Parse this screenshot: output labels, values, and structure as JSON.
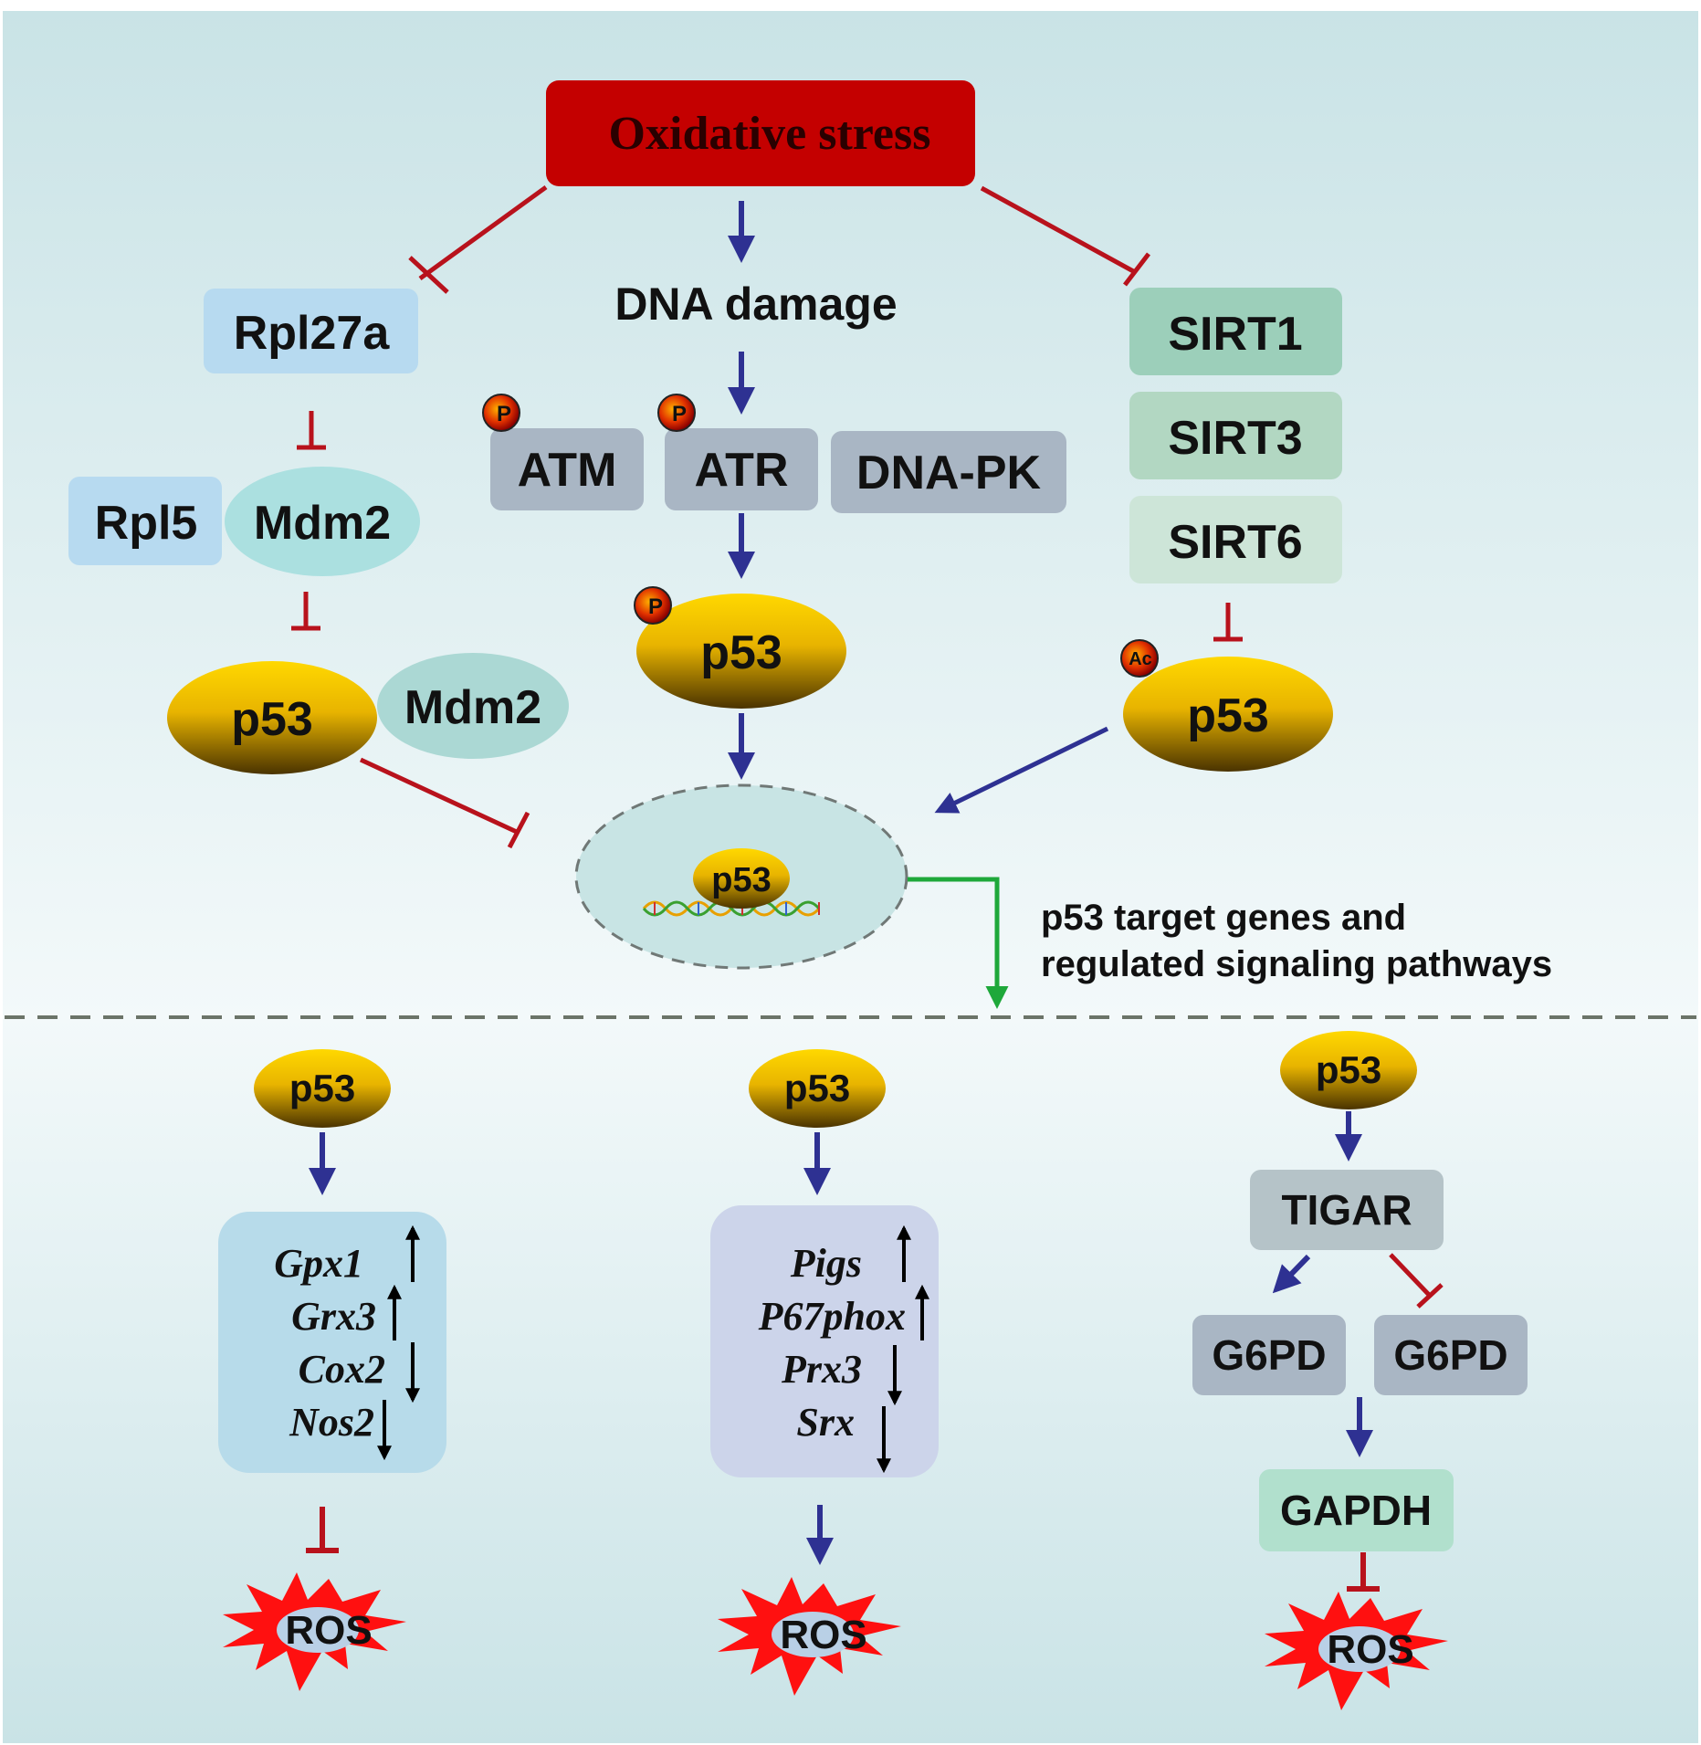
{
  "top": {
    "oxidative_stress": "Oxidative stress",
    "dna_damage": "DNA damage",
    "target_genes_line1": "p53 target genes and",
    "target_genes_line2": "regulated signaling pathways"
  },
  "left_branch": {
    "rpl27a": "Rpl27a",
    "rpl5": "Rpl5",
    "mdm2_a": "Mdm2",
    "p53": "p53",
    "mdm2_b": "Mdm2"
  },
  "middle_branch": {
    "atm": "ATM",
    "atr": "ATR",
    "dnapk": "DNA-PK",
    "p53": "p53",
    "phospho_mark": "P"
  },
  "right_branch": {
    "sirt1": "SIRT1",
    "sirt3": "SIRT3",
    "sirt6": "SIRT6",
    "p53": "p53",
    "acetyl_mark": "Ac"
  },
  "nucleus": {
    "p53": "p53"
  },
  "bottom_left": {
    "p53": "p53",
    "genes": [
      {
        "name": "Gpx1",
        "direction": "up"
      },
      {
        "name": "Grx3",
        "direction": "up"
      },
      {
        "name": "Cox2",
        "direction": "down"
      },
      {
        "name": "Nos2",
        "direction": "down"
      }
    ],
    "ros": "ROS"
  },
  "bottom_middle": {
    "p53": "p53",
    "genes": [
      {
        "name": "Pigs",
        "direction": "up"
      },
      {
        "name": "P67phox",
        "direction": "up"
      },
      {
        "name": "Prx3",
        "direction": "down"
      },
      {
        "name": "Srx",
        "direction": "down"
      }
    ],
    "ros": "ROS"
  },
  "bottom_right": {
    "p53": "p53",
    "tigar": "TIGAR",
    "g6pd_a": "G6PD",
    "g6pd_b": "G6PD",
    "gapdh": "GAPDH",
    "ros": "ROS"
  },
  "colors": {
    "oxidative_stress_box": "#c40000",
    "oxidative_stress_text": "#2a0000",
    "activation_arrow": "#2e3192",
    "inhibition": "#b8121c",
    "transcription_arrow": "#1ea83a",
    "p53_gold": "#f5c400",
    "ros_burst": "#ff1010"
  }
}
